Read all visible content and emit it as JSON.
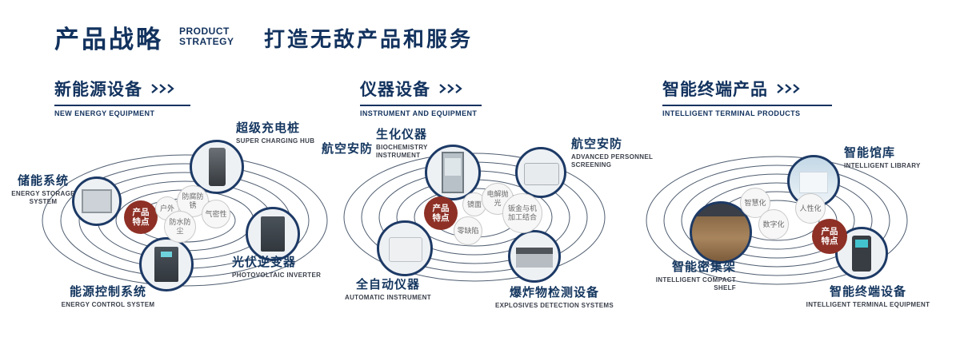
{
  "colors": {
    "navy": "#12325e",
    "badge_red": "#8e3026",
    "ring": "#3c4c61"
  },
  "header": {
    "title_cn": "产品战略",
    "title_en_line1": "PRODUCT",
    "title_en_line2": "STRATEGY",
    "slogan": "打造无敌产品和服务"
  },
  "sections": [
    {
      "title": "新能源设备",
      "subtitle": "NEW ENERGY EQUIPMENT",
      "badge": "产品特点",
      "features": [
        "户外",
        "防腐防锈",
        "气密性",
        "防水防尘"
      ],
      "products": [
        {
          "cn": "超级充电桩",
          "en": "SUPER CHARGING HUB"
        },
        {
          "cn": "储能系统",
          "en": "ENERGY STORAGE SYSTEM"
        },
        {
          "cn": "光伏逆变器",
          "en": "PHOTOVOLTAIC INVERTER"
        },
        {
          "cn": "能源控制系统",
          "en": "ENERGY CONTROL SYSTEM"
        }
      ]
    },
    {
      "title": "仪器设备",
      "subtitle": "INSTRUMENT AND EQUIPMENT",
      "badge": "产品特点",
      "extra_label": "航空安防",
      "features": [
        "镜面",
        "电解抛光",
        "零缺陷",
        "钣金与机加工结合"
      ],
      "products": [
        {
          "cn": "生化仪器",
          "en": "BIOCHEMISTRY INSTRUMENT"
        },
        {
          "cn": "航空安防",
          "en": "ADVANCED PERSONNEL SCREENING"
        },
        {
          "cn": "全自动仪器",
          "en": "AUTOMATIC INSTRUMENT"
        },
        {
          "cn": "爆炸物检测设备",
          "en": "EXPLOSIVES DETECTION SYSTEMS"
        }
      ]
    },
    {
      "title": "智能终端产品",
      "subtitle": "INTELLIGENT TERMINAL PRODUCTS",
      "badge": "产品特点",
      "features": [
        "智慧化",
        "人性化",
        "数字化"
      ],
      "products": [
        {
          "cn": "智能馆库",
          "en": "INTELLIGENT LIBRARY"
        },
        {
          "cn": "智能密集架",
          "en": "INTELLIGENT COMPACT SHELF"
        },
        {
          "cn": "智能终端设备",
          "en": "INTELLIGENT TERMINAL EQUIPMENT"
        }
      ]
    }
  ]
}
